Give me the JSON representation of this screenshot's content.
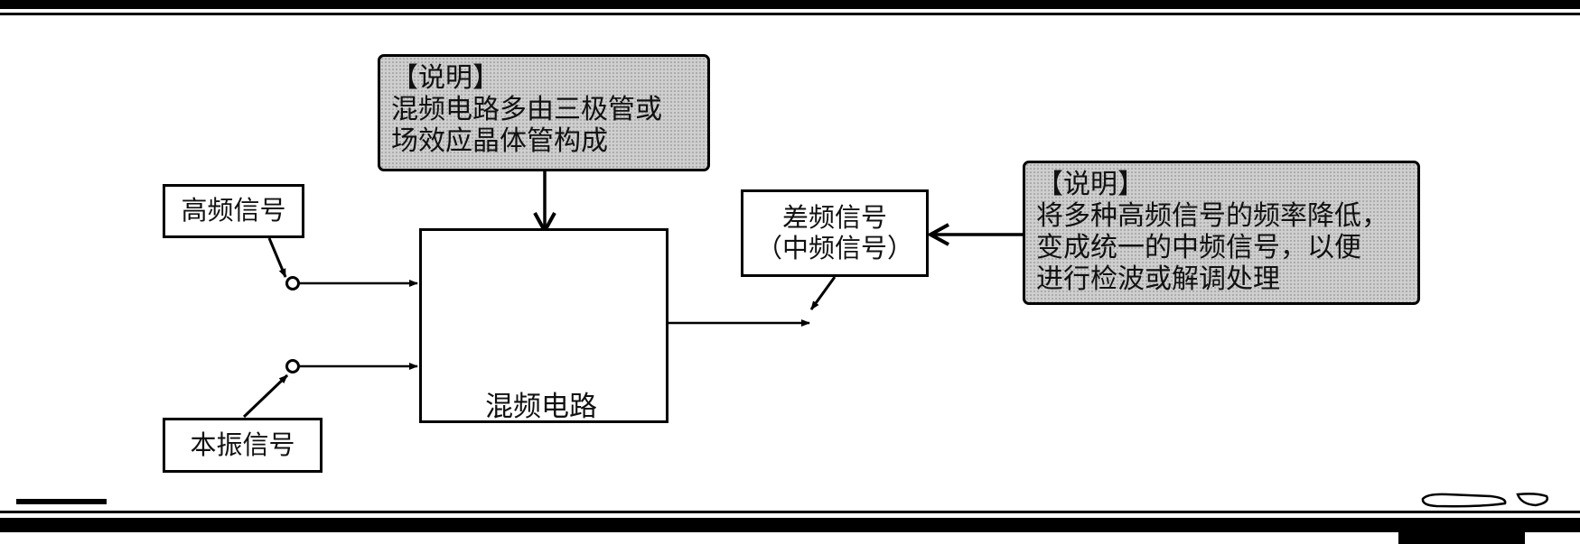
{
  "note_top": {
    "title": "【说明】",
    "line1": "混频电路多由三极管或",
    "line2": "场效应晶体管构成"
  },
  "note_right": {
    "title": "【说明】",
    "line1": "将多种高频信号的频率降低，",
    "line2": "变成统一的中频信号，以便",
    "line3": "进行检波或解调处理"
  },
  "input_high": {
    "label": "高频信号"
  },
  "input_osc": {
    "label": "本振信号"
  },
  "mixer": {
    "label": "混频电路"
  },
  "output": {
    "line1": "差频信号",
    "line2": "（中频信号）"
  }
}
